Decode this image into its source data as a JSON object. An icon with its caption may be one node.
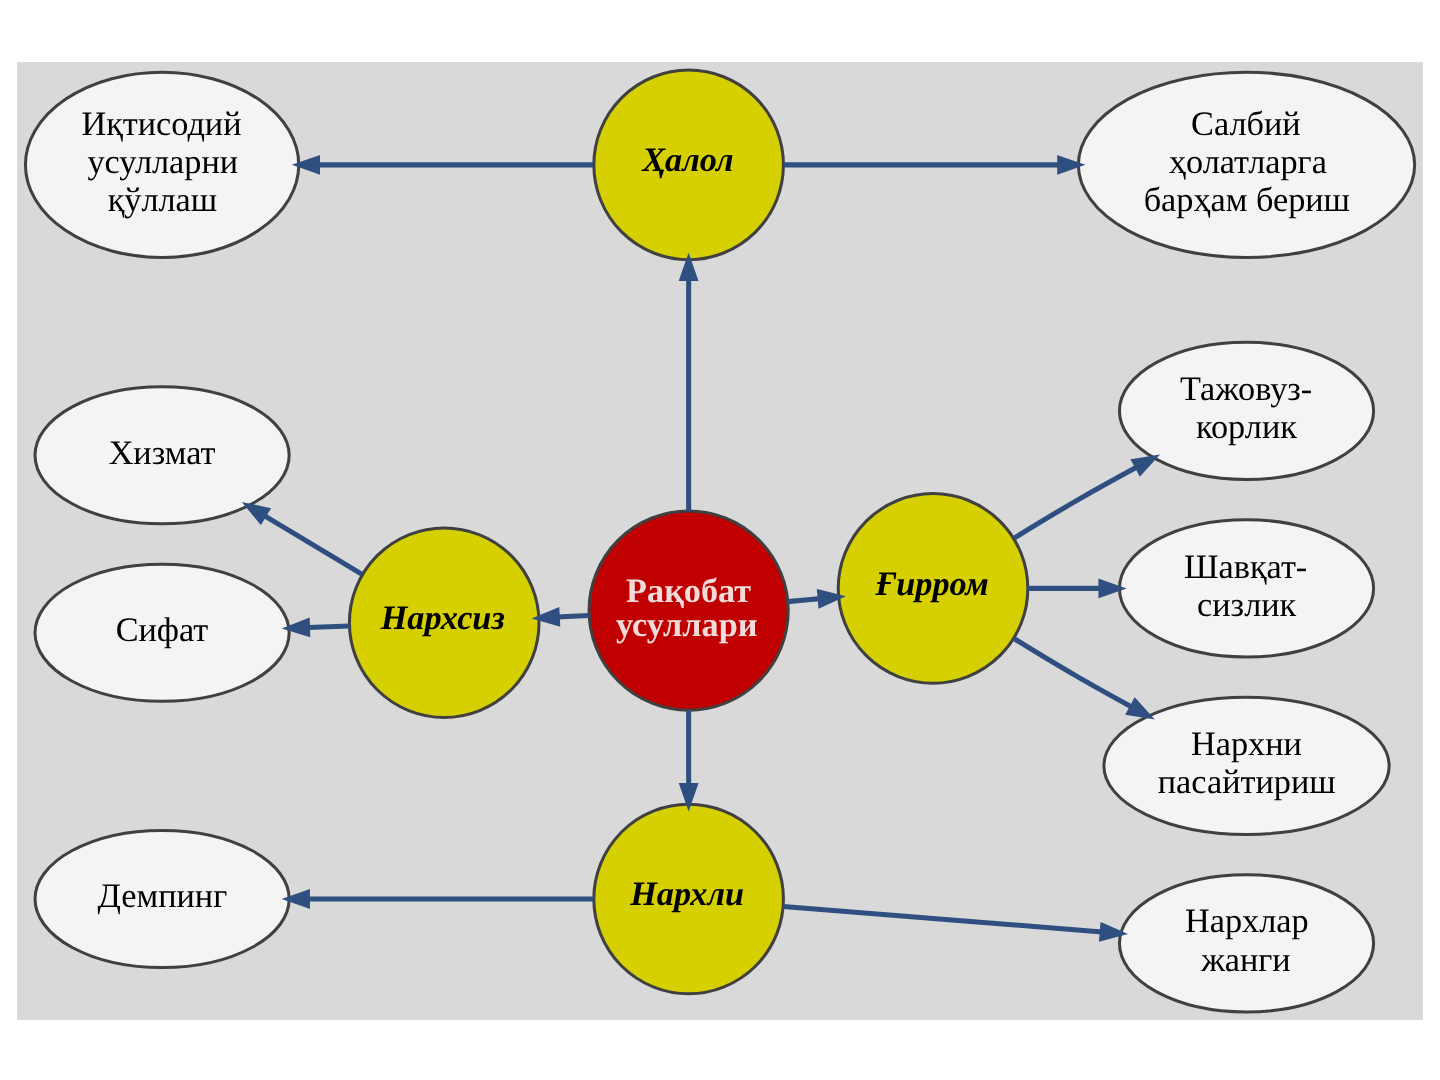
{
  "diagram": {
    "nodes": [
      {
        "text": [
          "Иқтисодий усулларни қўллаш"
        ]
      },
      {
        "text": [
          "Салбий ҳолатларга барҳам бериш"
        ]
      },
      {
        "text": [
          "Ҳалол"
        ]
      },
      {
        "text": [
          "Хизмат"
        ]
      },
      {
        "text": [
          "Тажовуз- корлик"
        ]
      },
      {
        "text": [
          "Нархсиз"
        ]
      },
      {
        "text": [
          "Рақобат усуллари"
        ]
      },
      {
        "text": [
          "Ғирром"
        ]
      },
      {
        "text": [
          "Шавқат- сизлик"
        ]
      },
      {
        "text": [
          "Сифат"
        ]
      },
      {
        "text": [
          "Нархли"
        ]
      },
      {
        "text": [
          "Нархни пасайтириш"
        ]
      },
      {
        "text": [
          "Демпинг"
        ]
      },
      {
        "text": [
          "Нархлар жанги"
        ]
      }
    ],
    "edges": [
      {
        "from": 6,
        "to": 2,
        "arrow": "to"
      },
      {
        "from": 6,
        "to": 5,
        "arrow": "to"
      },
      {
        "from": 6,
        "to": 7,
        "arrow": "to"
      },
      {
        "from": 6,
        "to": 10,
        "arrow": "to"
      },
      {
        "from": 2,
        "to": 0,
        "arrow": "to"
      },
      {
        "from": 2,
        "to": 1,
        "arrow": "to"
      },
      {
        "from": 5,
        "to": 3,
        "arrow": "to"
      },
      {
        "from": 5,
        "to": 9,
        "arrow": "to"
      },
      {
        "from": 7,
        "to": 4,
        "arrow": "to"
      },
      {
        "from": 7,
        "to": 8,
        "arrow": "to"
      },
      {
        "from": 7,
        "to": 11,
        "arrow": "to"
      },
      {
        "from": 10,
        "to": 12,
        "arrow": "to"
      },
      {
        "from": 10,
        "to": 13,
        "arrow": "to"
      }
    ]
  }
}
